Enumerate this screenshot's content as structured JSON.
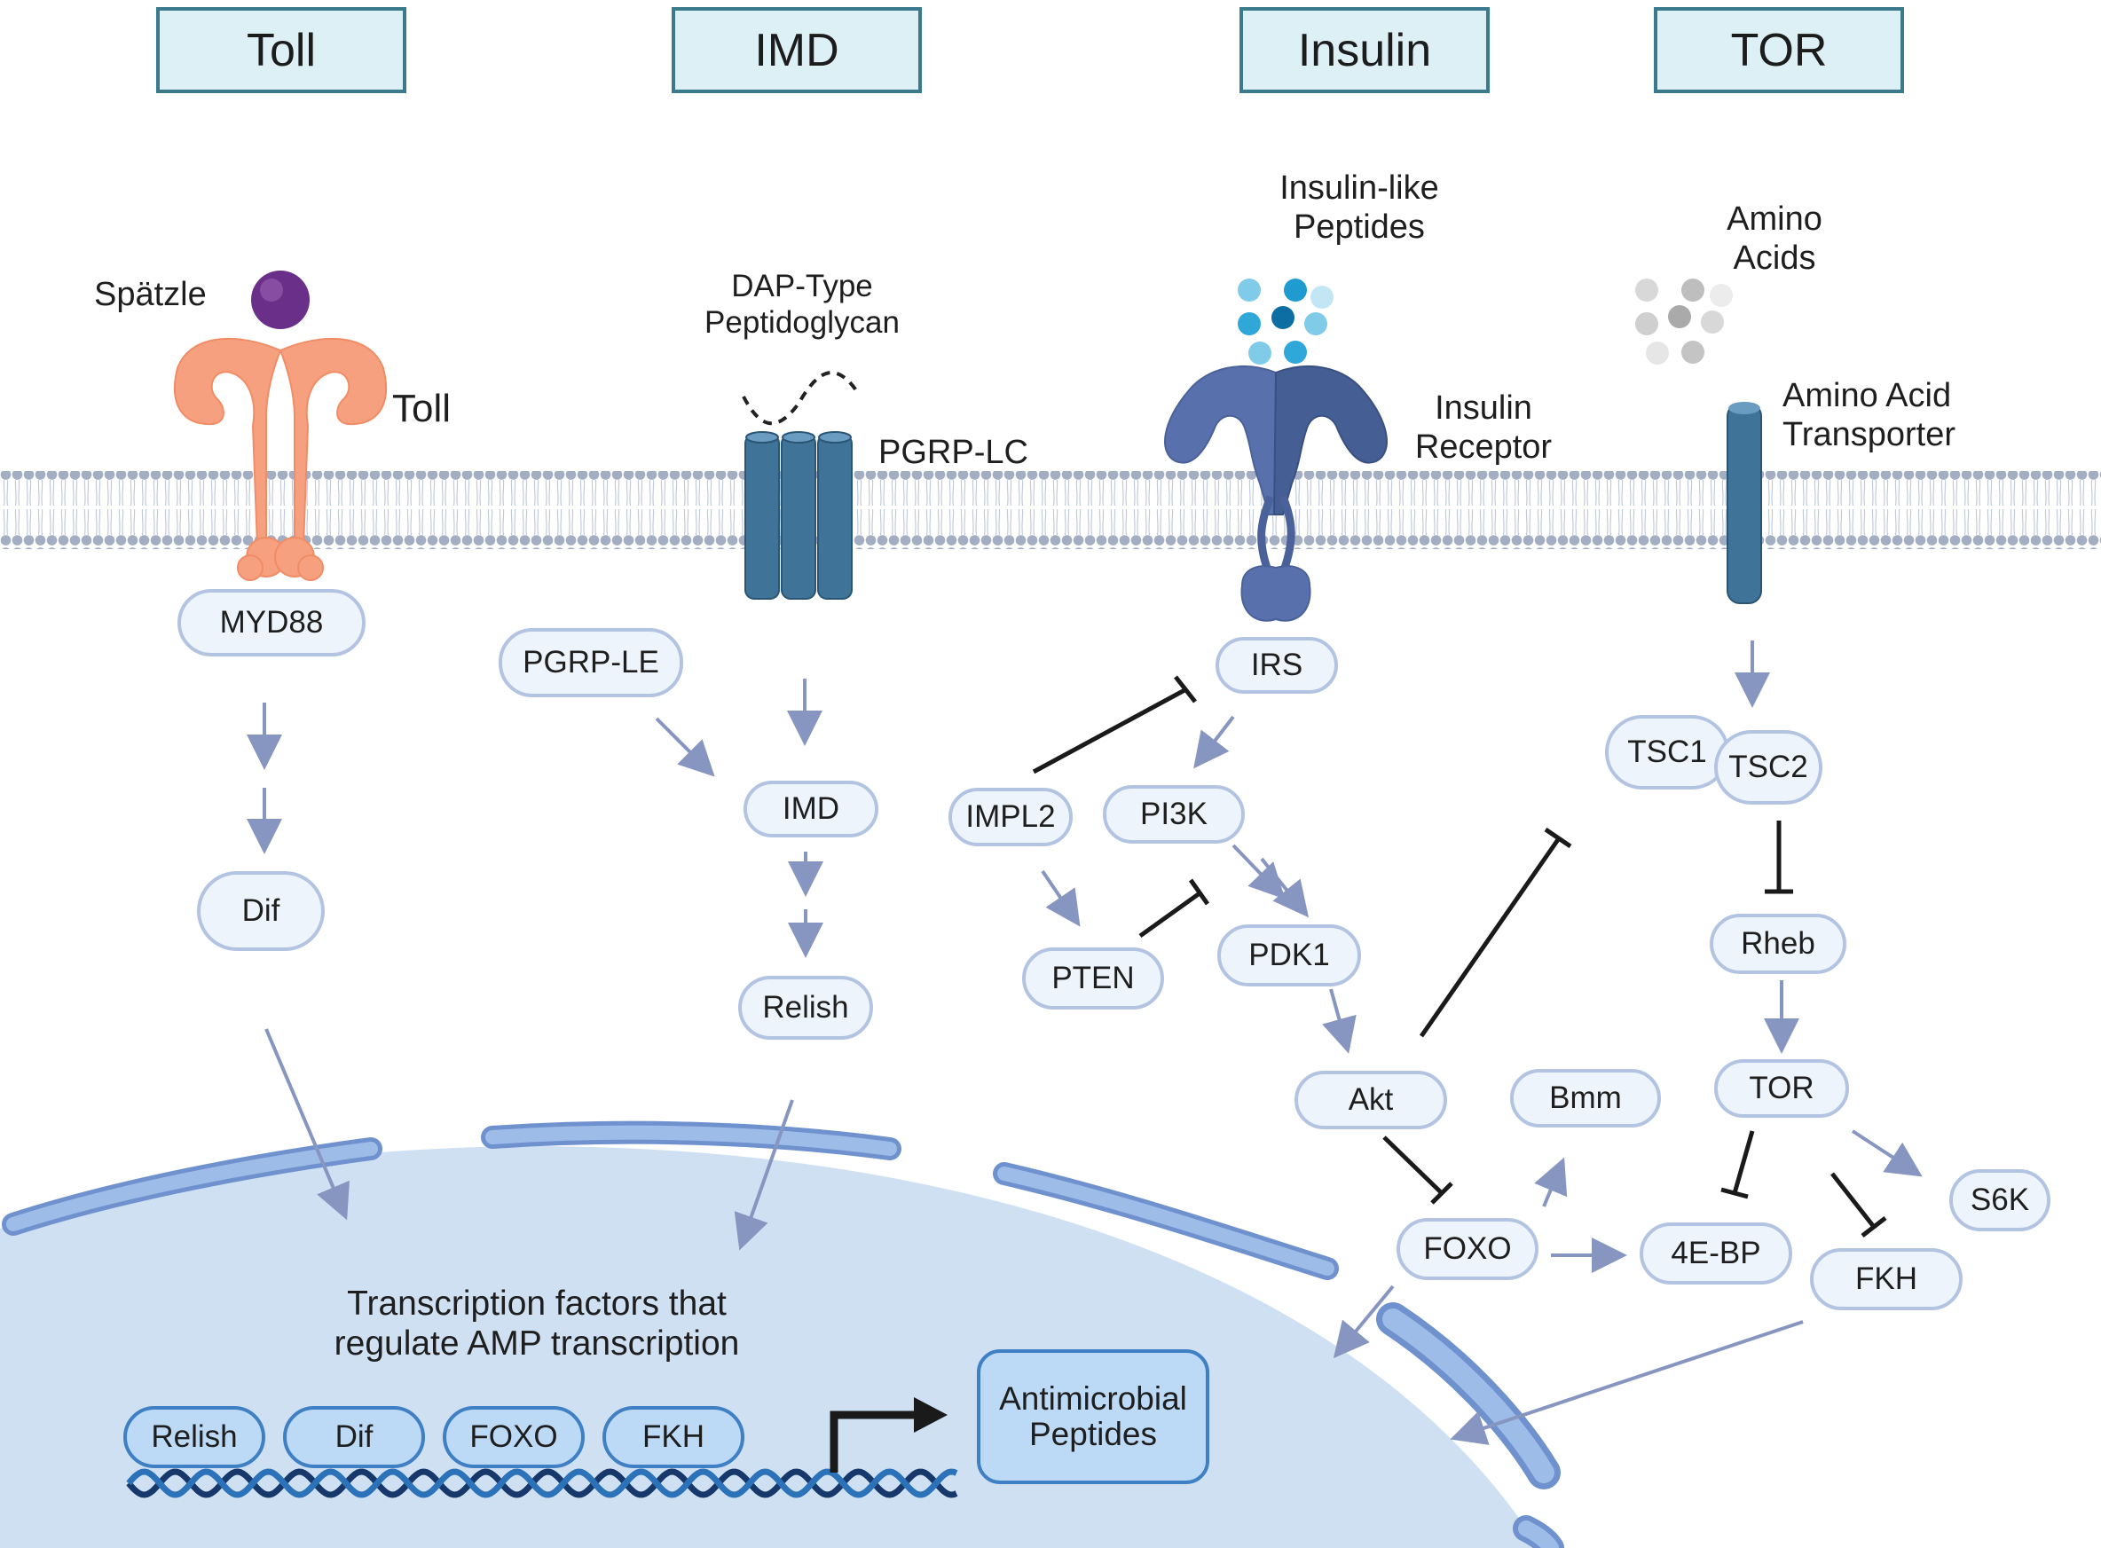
{
  "pathways": [
    "Toll",
    "IMD",
    "Insulin",
    "TOR"
  ],
  "labels": {
    "spatzle": "Spätzle",
    "toll_receptor": "Toll",
    "dap_line1": "DAP-Type",
    "dap_line2": "Peptidoglycan",
    "pgrp_lc": "PGRP-LC",
    "ilp_line1": "Insulin-like",
    "ilp_line2": "Peptides",
    "ir_line1": "Insulin",
    "ir_line2": "Receptor",
    "aa_line1": "Amino",
    "aa_line2": "Acids",
    "aat_line1": "Amino Acid",
    "aat_line2": "Transporter",
    "tf_line1": "Transcription factors that",
    "tf_line2": "regulate AMP transcription",
    "amp_line1": "Antimicrobial",
    "amp_line2": "Peptides"
  },
  "nodes": {
    "myd88": "MYD88",
    "dif": "Dif",
    "pgrp_le": "PGRP-LE",
    "imd": "IMD",
    "relish": "Relish",
    "irs": "IRS",
    "impl2": "IMPL2",
    "pi3k": "PI3K",
    "pten": "PTEN",
    "pdk1": "PDK1",
    "akt": "Akt",
    "bmm": "Bmm",
    "foxo": "FOXO",
    "tsc1": "TSC1",
    "tsc2": "TSC2",
    "rheb": "Rheb",
    "tor": "TOR",
    "s6k": "S6K",
    "four_ebp": "4E-BP",
    "fkh": "FKH"
  },
  "transcription_factors": [
    "Relish",
    "Dif",
    "FOXO",
    "FKH"
  ],
  "colors": {
    "title_fill": "#dcf0f6",
    "title_border": "#3a7a8c",
    "node_fill": "#eef4fc",
    "node_border": "#b3c4e2",
    "arrow": "#8796c0",
    "inhibit": "#1a1a1a",
    "membrane": "#a4aec3",
    "nucleus": "#cfe0f3",
    "envelope": "#8fb0e4",
    "toll_receptor": "#f6a07f",
    "pgrp_lc": "#3f7398",
    "insulin_receptor": "#5870ac",
    "spatzle": "#6a2f88",
    "dna_dark": "#16386a",
    "dna_light": "#2b72b8"
  }
}
